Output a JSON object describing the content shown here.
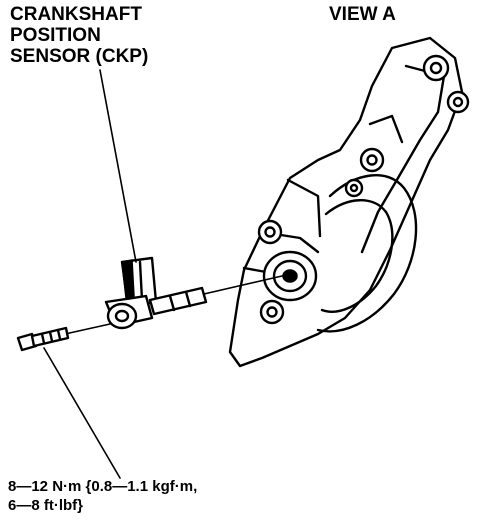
{
  "labels": {
    "sensor_line1": "CRANKSHAFT",
    "sensor_line2": "POSITION",
    "sensor_line3": "SENSOR (CKP)",
    "view": "VIEW A",
    "torque_line1": "8—12 N·m {0.8—1.1 kgf·m,",
    "torque_line2": "6—8 ft·lbf}"
  }
}
